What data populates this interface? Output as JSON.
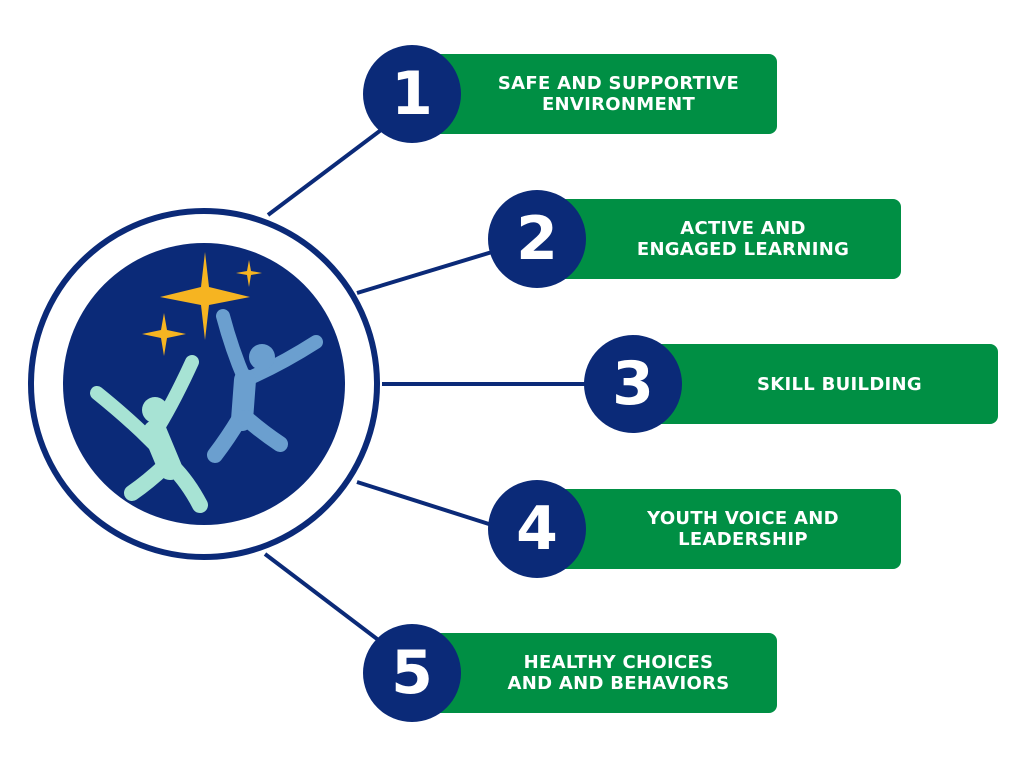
{
  "logo": {
    "icon": "youth-jumping-under-stars-logo",
    "colors": {
      "ring": "#0b2a78",
      "field": "#0b2a78",
      "star": "#f6b421",
      "figure_left": "#a7e3d4",
      "figure_right": "#6b9fcf"
    }
  },
  "colors": {
    "number_circle": "#0b2a78",
    "label_bar": "#008f44",
    "connector": "#0b2a78",
    "text": "#ffffff"
  },
  "items": [
    {
      "number": "1",
      "label": "SAFE AND SUPPORTIVE\nENVIRONMENT"
    },
    {
      "number": "2",
      "label": "ACTIVE AND\nENGAGED LEARNING"
    },
    {
      "number": "3",
      "label": "SKILL BUILDING"
    },
    {
      "number": "4",
      "label": "YOUTH VOICE AND\nLEADERSHIP"
    },
    {
      "number": "5",
      "label": "HEALTHY CHOICES\nAND AND BEHAVIORS"
    }
  ]
}
